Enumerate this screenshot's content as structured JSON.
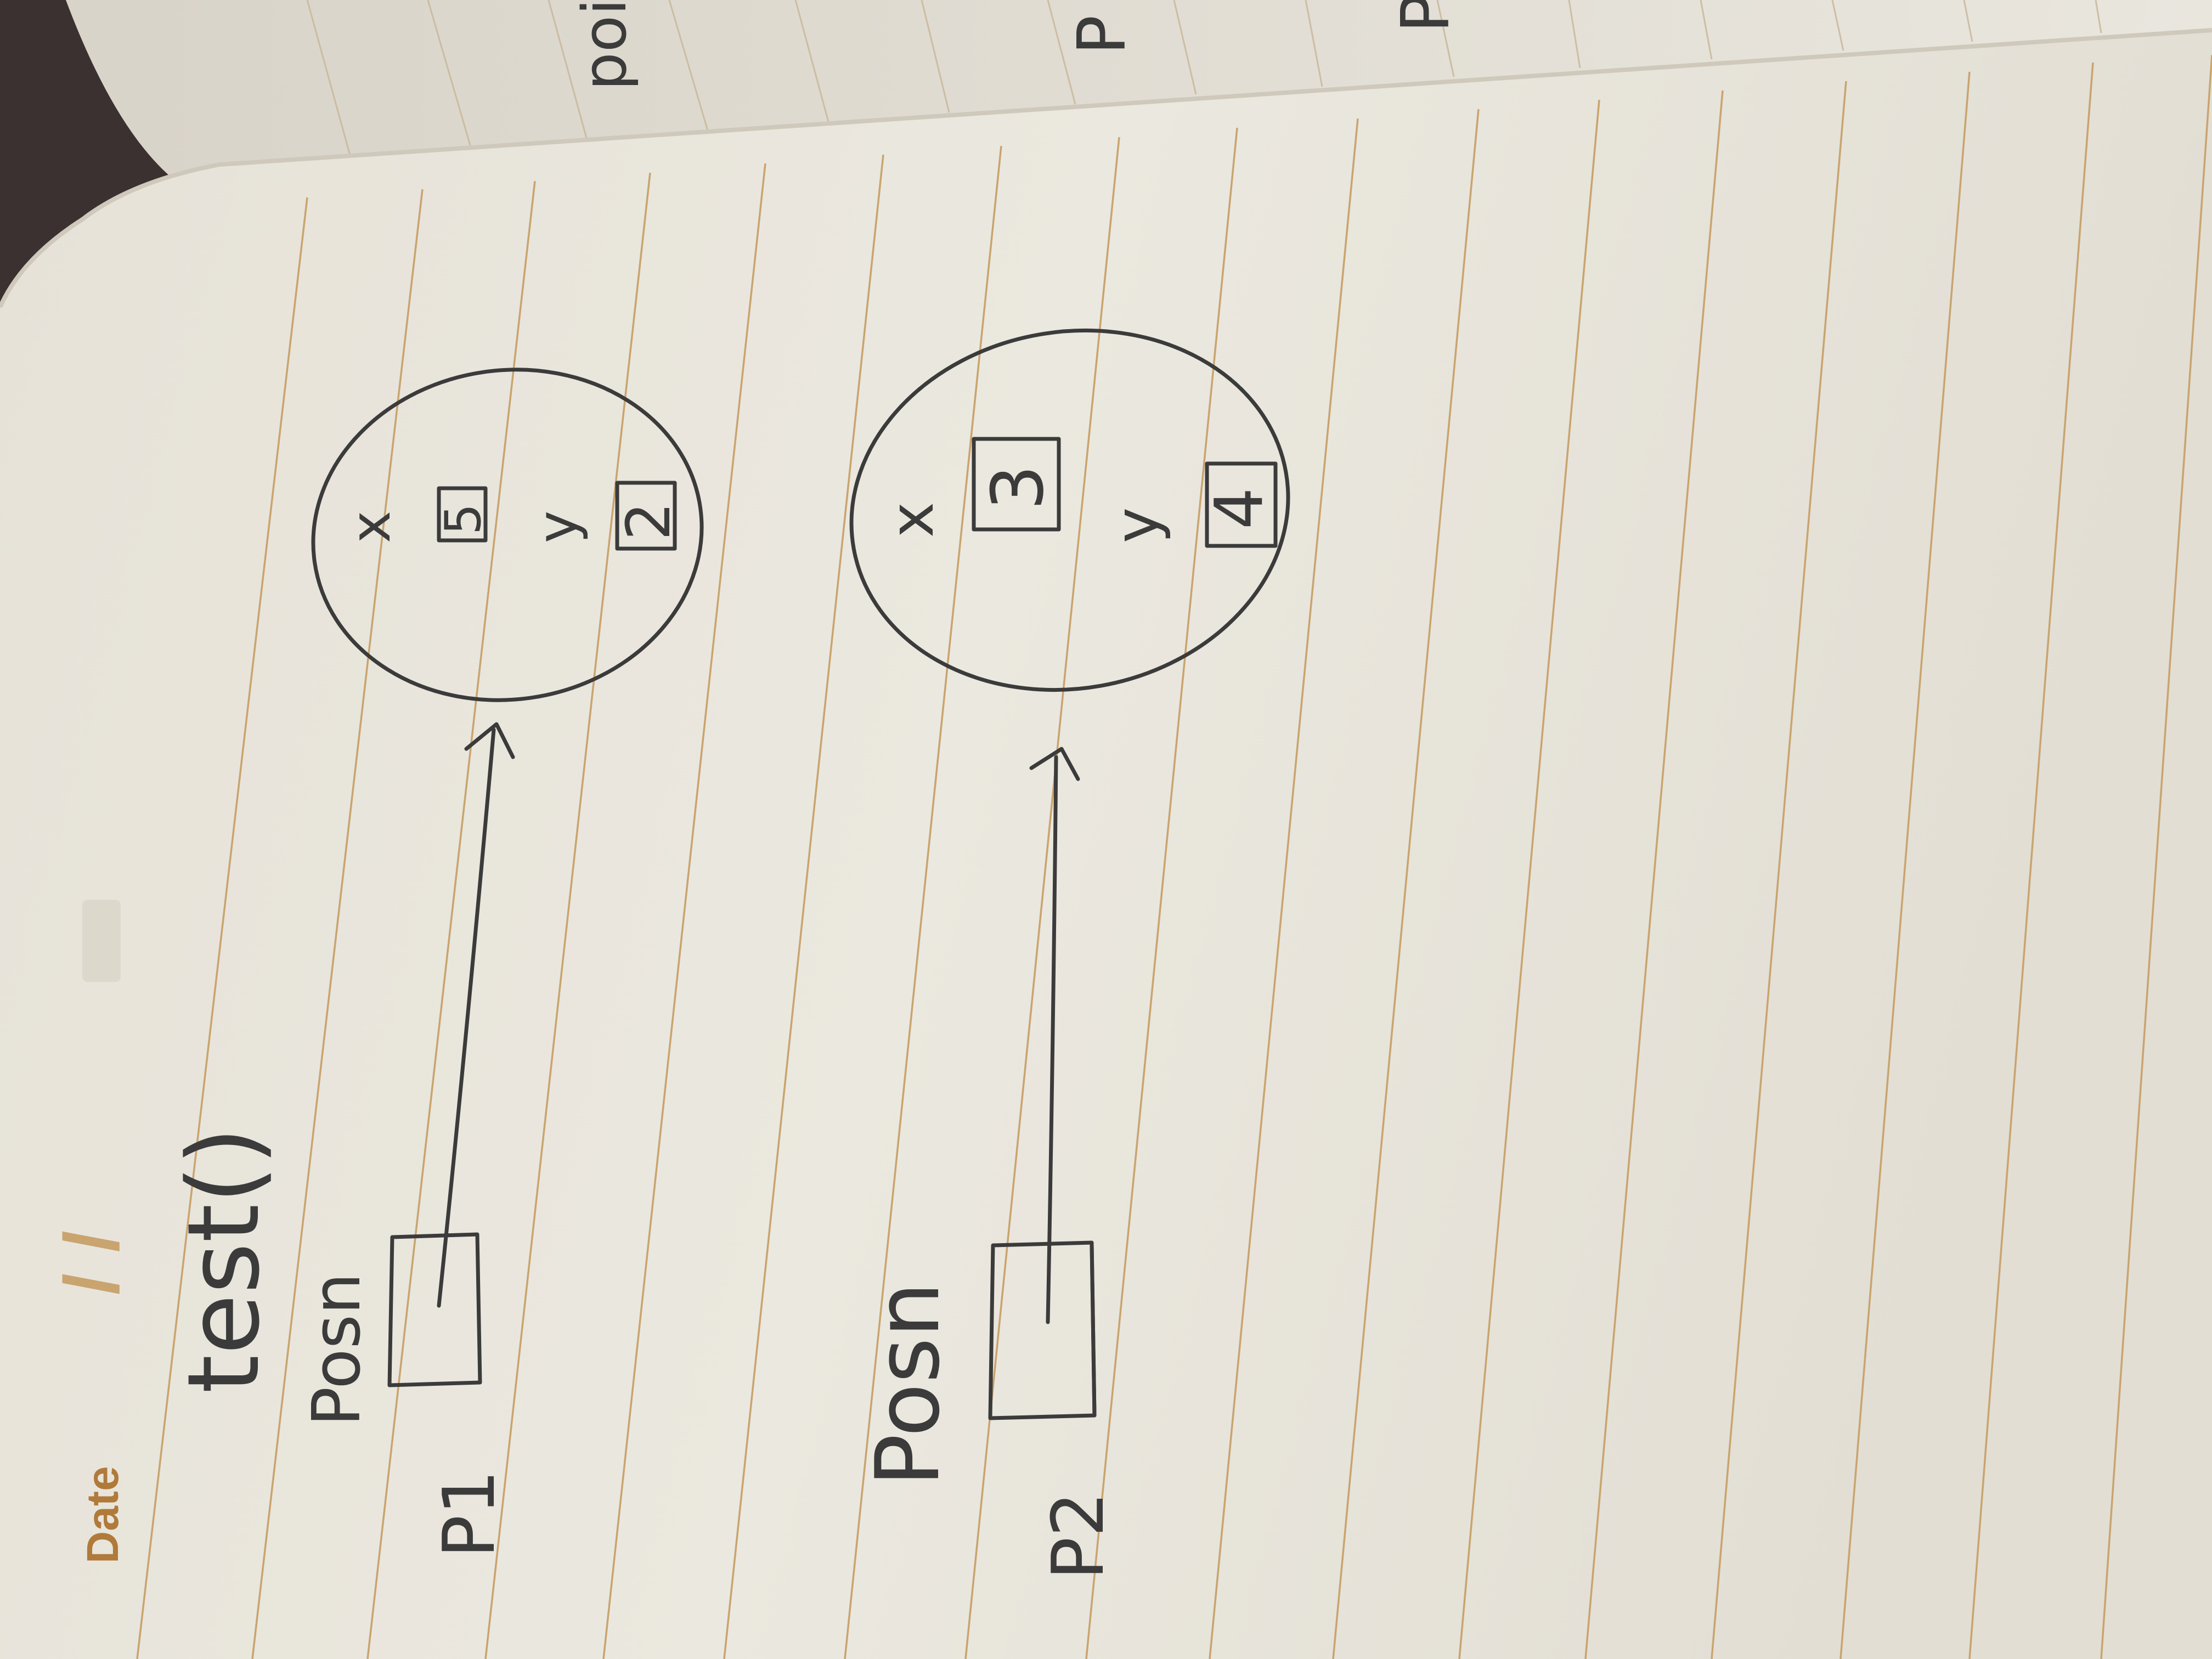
{
  "notebook": {
    "header": {
      "date_label": "Date",
      "date_slashes": "/   /",
      "ink_color": "#b07a3a"
    },
    "title": "test()",
    "diagram_top": {
      "type_label": "Posn",
      "var_label": "P1",
      "field_x": "x",
      "value_x": "5",
      "field_y": "y",
      "value_y": "2"
    },
    "diagram_bottom": {
      "type_label": "Posn",
      "var_label": "P2",
      "field_x": "x",
      "value_x": "3",
      "field_y": "y",
      "value_y": "4"
    },
    "right_page": {
      "partial_word": "poi",
      "partial_letter_1": "P",
      "partial_letter_2": "P"
    },
    "colors": {
      "paper": "#ebe7dd",
      "rule_line": "#c9a46f",
      "pencil": "#3b3b3b",
      "background": "#3a3130"
    }
  }
}
